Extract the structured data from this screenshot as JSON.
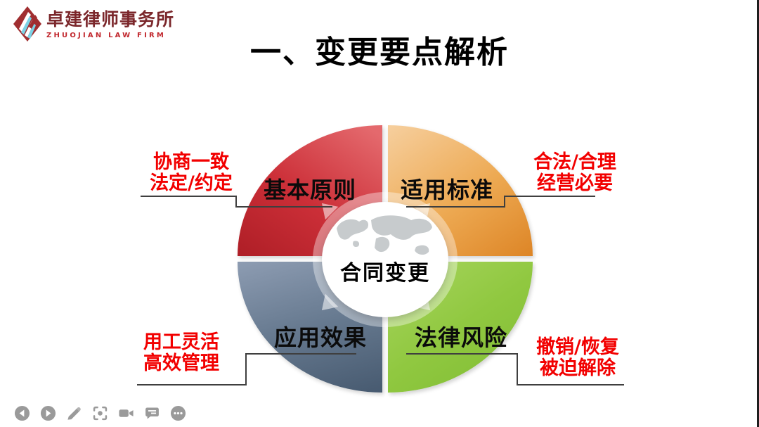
{
  "brand": {
    "logo_icon": "zhuojian-diamond-logo",
    "name_cn": "卓建律师事务所",
    "name_en": "ZHUOJIAN LAW FIRM",
    "name_cn_color": "#7b272b",
    "name_en_color": "#c1272d"
  },
  "slide": {
    "title": "一、变更要点解析",
    "center": {
      "label": "合同变更",
      "icon": "world-map-icon"
    },
    "quadrants": [
      {
        "id": "basic-principles",
        "position": "top-left",
        "label": "基本原则",
        "color": "#c62a32",
        "annotation": {
          "lines": [
            "协商一致",
            "法定/约定"
          ]
        }
      },
      {
        "id": "applicable-standards",
        "position": "top-right",
        "label": "适用标准",
        "color": "#e9973f",
        "annotation": {
          "lines": [
            "合法/合理",
            "经营必要"
          ]
        }
      },
      {
        "id": "application-effects",
        "position": "bottom-left",
        "label": "应用效果",
        "color": "#66788f",
        "annotation": {
          "lines": [
            "用工灵活",
            "高效管理"
          ]
        }
      },
      {
        "id": "legal-risks",
        "position": "bottom-right",
        "label": "法律风险",
        "color": "#8cc63f",
        "annotation": {
          "lines": [
            "撤销/恢复",
            "被迫解除"
          ]
        }
      }
    ],
    "annotation_color": "#f20000",
    "connector_color": "#3f3f3f"
  },
  "toolbar": {
    "icon_color": "#9a9a9a",
    "icons": [
      {
        "name": "previous-icon"
      },
      {
        "name": "next-icon"
      },
      {
        "name": "annotate-pencil-icon"
      },
      {
        "name": "laser-pointer-icon"
      },
      {
        "name": "video-camera-icon"
      },
      {
        "name": "chat-icon"
      },
      {
        "name": "more-options-icon"
      }
    ]
  }
}
